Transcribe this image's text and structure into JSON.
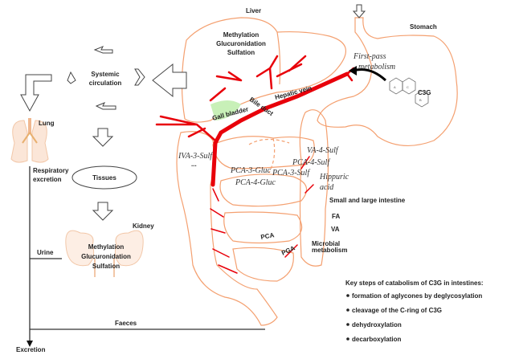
{
  "labels": {
    "liver": "Liver",
    "liver_methylation": "Methylation",
    "liver_glucuronidation": "Glucuronidation",
    "liver_sulfation": "Sulfation",
    "stomach": "Stomach",
    "first_pass_1": "First-pass",
    "first_pass_2": "metabolism",
    "c3g": "C3G",
    "gall_bladder": "Gall bladder",
    "bile_duct": "Bile duct",
    "hepatic_vein": "Hepatic vein",
    "systemic_1": "Systemic",
    "systemic_2": "circulation",
    "lung": "Lung",
    "respiratory_1": "Respiratory",
    "respiratory_2": "excretion",
    "tissues": "Tissues",
    "kidney": "Kidney",
    "kidney_methylation": "Methylation",
    "kidney_glucuronidation": "Glucuronidation",
    "kidney_sulfation": "Sulfation",
    "urine": "Urine",
    "faeces": "Faeces",
    "excretion": "Excretion",
    "small_large_intestine": "Small and large intestine",
    "microbial_1": "Microbial",
    "microbial_2": "metabolism"
  },
  "metabolites": {
    "iva3sulf": "IVA-3-Sulf",
    "ellipsis": "...",
    "va4sulf": "VA-4-Sulf",
    "pca4sulf": "PCA-4-Sulf",
    "pca3gluc": "PCA-3-Gluc",
    "pca3sulf": "PCA-3-Sulf",
    "pca4gluc": "PCA-4-Gluc",
    "hippuric_1": "Hippuric",
    "hippuric_2": "acid",
    "fa": "FA",
    "va": "VA",
    "pca": "PCA",
    "pga": "PGA"
  },
  "key_steps": {
    "title": "Key steps of catabolism of C3G in intestines:",
    "items": [
      "formation of aglycones by deglycosylation",
      "cleavage of the C-ring of C3G",
      "dehydroxylation",
      "decarboxylation"
    ]
  },
  "colors": {
    "organ_outline": "#f4a070",
    "vessel": "#e8000a",
    "gall_bladder": "#c8f0b8"
  }
}
